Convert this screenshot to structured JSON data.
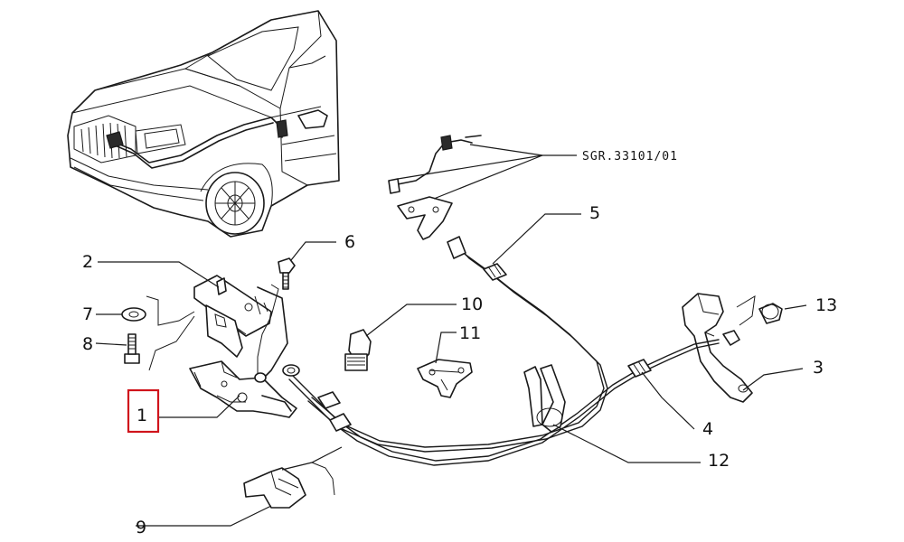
{
  "diagram": {
    "reference_code": "SGR.33101/01",
    "callouts": [
      {
        "id": "1",
        "label": "1",
        "highlighted": true
      },
      {
        "id": "2",
        "label": "2",
        "highlighted": false
      },
      {
        "id": "3",
        "label": "3",
        "highlighted": false
      },
      {
        "id": "4",
        "label": "4",
        "highlighted": false
      },
      {
        "id": "5",
        "label": "5",
        "highlighted": false
      },
      {
        "id": "6",
        "label": "6",
        "highlighted": false
      },
      {
        "id": "7",
        "label": "7",
        "highlighted": false
      },
      {
        "id": "8",
        "label": "8",
        "highlighted": false
      },
      {
        "id": "9",
        "label": "9",
        "highlighted": false
      },
      {
        "id": "10",
        "label": "10",
        "highlighted": false
      },
      {
        "id": "11",
        "label": "11",
        "highlighted": false
      },
      {
        "id": "12",
        "label": "12",
        "highlighted": false
      },
      {
        "id": "13",
        "label": "13",
        "highlighted": false
      }
    ],
    "highlight_color": "#d0141c",
    "line_color": "#1a1a1a"
  }
}
